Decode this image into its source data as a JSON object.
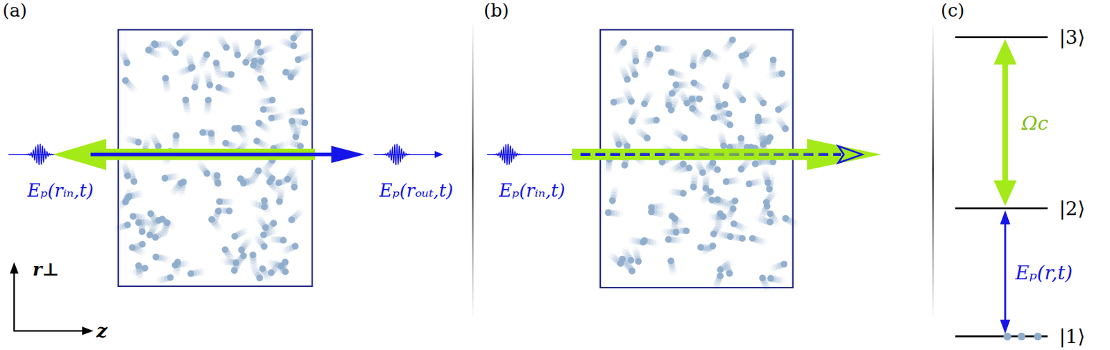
{
  "diagram": {
    "nodes": [
      {
        "text": [
          "|3⟩"
        ]
      },
      {
        "text": [
          "|2⟩"
        ]
      },
      {
        "text": [
          "|1⟩"
        ]
      }
    ],
    "edges": [
      {
        "from": 0,
        "to": 1,
        "arrow": "both",
        "label": "Ωc"
      },
      {
        "from": 1,
        "to": 2,
        "arrow": "both",
        "label": "Eₚ(r,t)"
      }
    ],
    "labels": [
      "(a)",
      "Eₚ(rᵢₙ,t)",
      "Eₚ(rₒᵤₜ,t)",
      "r⊥",
      "z",
      "(b)",
      "Eₚ(rᵢₙ,t)",
      "(c)"
    ]
  }
}
